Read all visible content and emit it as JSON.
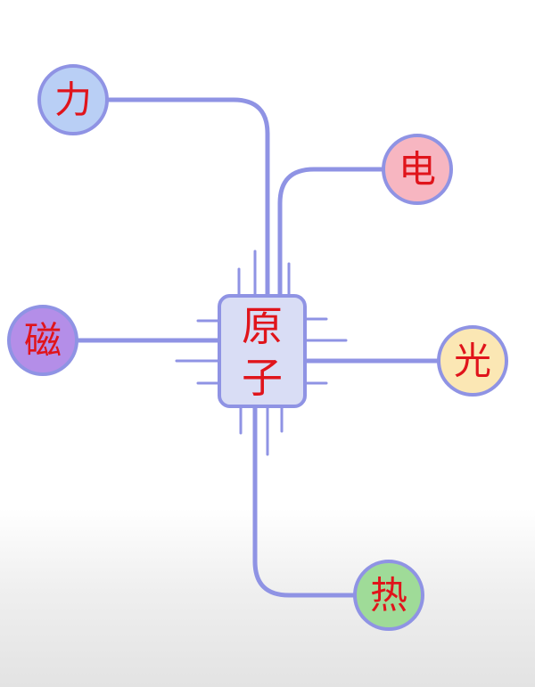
{
  "center": {
    "label_top": "原",
    "label_bottom": "子"
  },
  "nodes": {
    "force": {
      "label": "力",
      "color": "#b9cff5"
    },
    "electricity": {
      "label": "电",
      "color": "#f7b6c1"
    },
    "magnetism": {
      "label": "磁",
      "color": "#b48ee8"
    },
    "light": {
      "label": "光",
      "color": "#fbe7b4"
    },
    "heat": {
      "label": "热",
      "color": "#9fdb98"
    }
  },
  "colors": {
    "line": "#8f93e4",
    "chip_fill": "#d9ddf5",
    "text": "#e0141b"
  }
}
